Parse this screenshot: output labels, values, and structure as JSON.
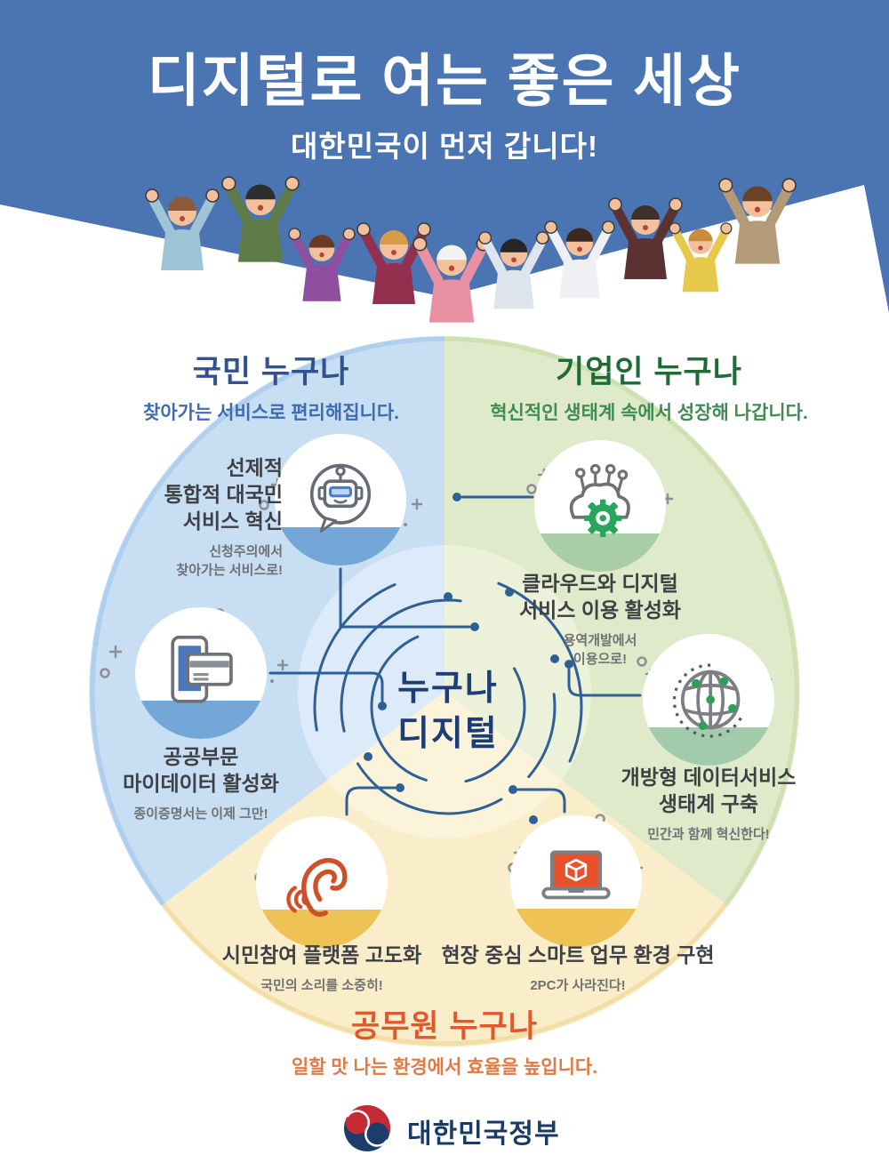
{
  "header": {
    "title": "디지털로 여는 좋은 세상",
    "subtitle": "대한민국이 먼저 갑니다!",
    "illustration": "cheering-crowd-illustration"
  },
  "sections": [
    {
      "id": "citizen",
      "title": "국민 누구나",
      "subtitle": "찾아가는 서비스로 편리해집니다."
    },
    {
      "id": "business",
      "title": "기업인 누구나",
      "subtitle": "혁신적인 생태계 속에서 성장해 나갑니다."
    },
    {
      "id": "official",
      "title": "공무원 누구나",
      "subtitle": "일할 맛 나는 환경에서 효율을 높입니다."
    }
  ],
  "center": {
    "line1": "누구나",
    "line2": "디지털"
  },
  "items": [
    {
      "id": "service-innovation",
      "icon": "chatbot-robot-icon",
      "title_lines": [
        "선제적",
        "통합적 대국민",
        "서비스 혁신"
      ],
      "note_lines": [
        "신청주의에서",
        "찾아가는 서비스로!"
      ]
    },
    {
      "id": "cloud-service",
      "icon": "cloud-gear-icon",
      "title_lines": [
        "클라우드와 디지털",
        "서비스 이용 활성화"
      ],
      "note_lines": [
        "용역개발에서",
        "이용으로!"
      ]
    },
    {
      "id": "mydata",
      "icon": "phone-card-icon",
      "title_lines": [
        "공공부문",
        "마이데이터 활성화"
      ],
      "note_lines": [
        "종이증명서는 이제 그만!"
      ]
    },
    {
      "id": "open-data",
      "icon": "globe-network-icon",
      "title_lines": [
        "개방형 데이터서비스",
        "생태계 구축"
      ],
      "note_lines": [
        "민간과 함께 혁신한다!"
      ]
    },
    {
      "id": "citizen-platform",
      "icon": "listening-ear-icon",
      "title_lines": [
        "시민참여 플랫폼 고도화"
      ],
      "note_lines": [
        "국민의 소리를 소중히!"
      ]
    },
    {
      "id": "smart-work",
      "icon": "laptop-cube-icon",
      "title_lines": [
        "현장 중심 스마트 업무 환경 구현"
      ],
      "note_lines": [
        "2PC가 사라진다!"
      ]
    }
  ],
  "footer": {
    "name": "대한민국정부",
    "emblem": "korea-government-taegeuk-emblem"
  },
  "colors": {
    "header_blue": "#4a74b2",
    "citizen_bg": "#c7def3",
    "business_bg": "#dfeaca",
    "official_bg": "#faeeca",
    "citizen_title": "#33518e",
    "business_title": "#1e6b36",
    "official_title": "#e4572b",
    "connector_navy": "#2e5f95",
    "center_text": "#1c3e75",
    "gear_green": "#29a55c",
    "ear_orange": "#cf4f28",
    "laptop_orange": "#e8512a",
    "emblem_red": "#c62a35",
    "emblem_navy": "#1d3c6b"
  }
}
